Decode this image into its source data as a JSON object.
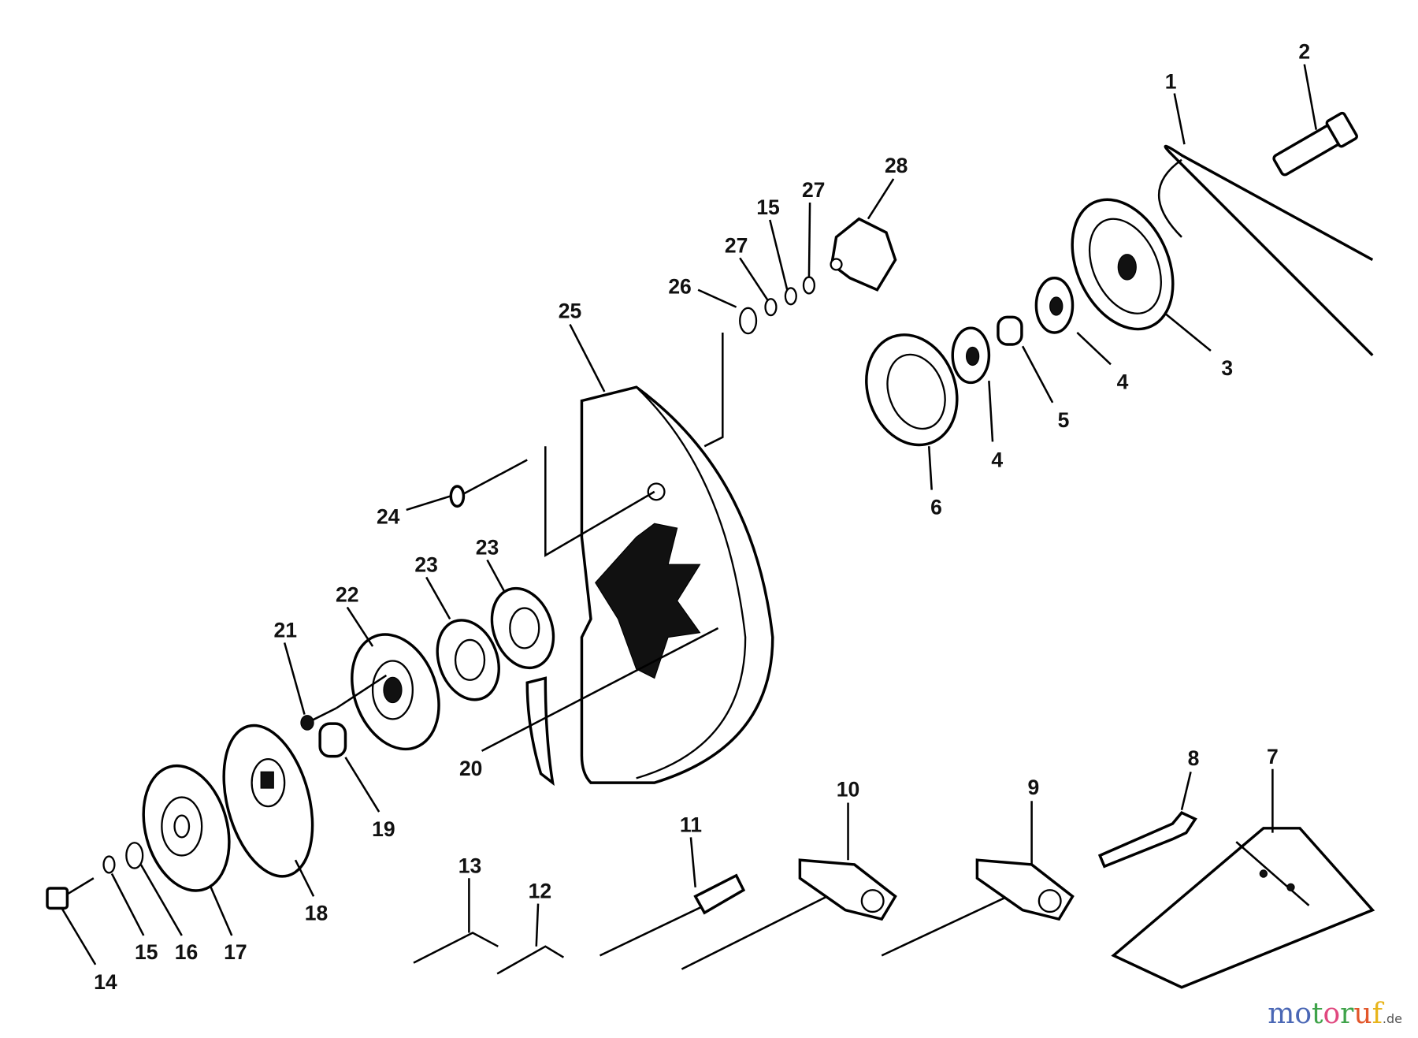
{
  "diagram": {
    "type": "exploded-parts-diagram",
    "callouts": [
      "1",
      "2",
      "3",
      "4",
      "5",
      "4",
      "6",
      "7",
      "8",
      "9",
      "10",
      "11",
      "12",
      "13",
      "14",
      "15",
      "16",
      "17",
      "18",
      "19",
      "20",
      "21",
      "22",
      "23",
      "23",
      "24",
      "25",
      "26",
      "27",
      "15",
      "27",
      "28"
    ]
  },
  "watermark": {
    "letters": [
      "m",
      "o",
      "t",
      "o",
      "r",
      "u",
      "f"
    ],
    "suffix": ".de",
    "colors": [
      "#4a67b5",
      "#4a67b5",
      "#3fa34a",
      "#e0487f",
      "#3fa34a",
      "#e2572b",
      "#e8b51c"
    ]
  }
}
